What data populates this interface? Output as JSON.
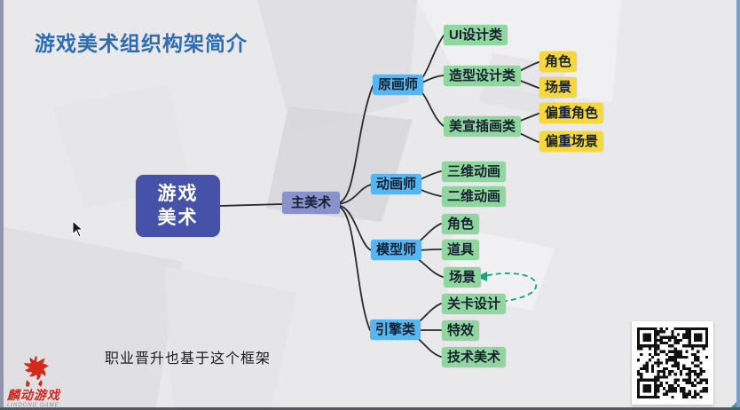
{
  "title": "游戏美术组织构架简介",
  "footer_note": "职业晋升也基于这个框架",
  "logo": {
    "name": "麟动游戏",
    "subname": "LINDONG GAME"
  },
  "colors": {
    "title_blue": "#2e6cb4",
    "root_indigo": "#4652a9",
    "chief_periwinkle": "#8a92cb",
    "branch_blue": "#57b6f1",
    "leaf_green": "#8fd79f",
    "leaf_yellow": "#f6d73d",
    "dashed_arrow_teal": "#18a47c"
  },
  "mindmap": {
    "root": {
      "line1": "游戏",
      "line2": "美术"
    },
    "chief": {
      "label": "主美术"
    },
    "branches": [
      {
        "label": "原画师",
        "children": [
          {
            "label": "UI设计类"
          },
          {
            "label": "造型设计类",
            "children": [
              {
                "label": "角色"
              },
              {
                "label": "场景"
              }
            ]
          },
          {
            "label": "美宣插画类",
            "children": [
              {
                "label": "偏重角色"
              },
              {
                "label": "偏重场景"
              }
            ]
          }
        ]
      },
      {
        "label": "动画师",
        "children": [
          {
            "label": "三维动画"
          },
          {
            "label": "二维动画"
          }
        ]
      },
      {
        "label": "模型师",
        "children": [
          {
            "label": "角色"
          },
          {
            "label": "道具"
          },
          {
            "label": "场景"
          }
        ]
      },
      {
        "label": "引擎类",
        "children": [
          {
            "label": "关卡设计"
          },
          {
            "label": "特效"
          },
          {
            "label": "技术美术"
          }
        ]
      }
    ]
  }
}
